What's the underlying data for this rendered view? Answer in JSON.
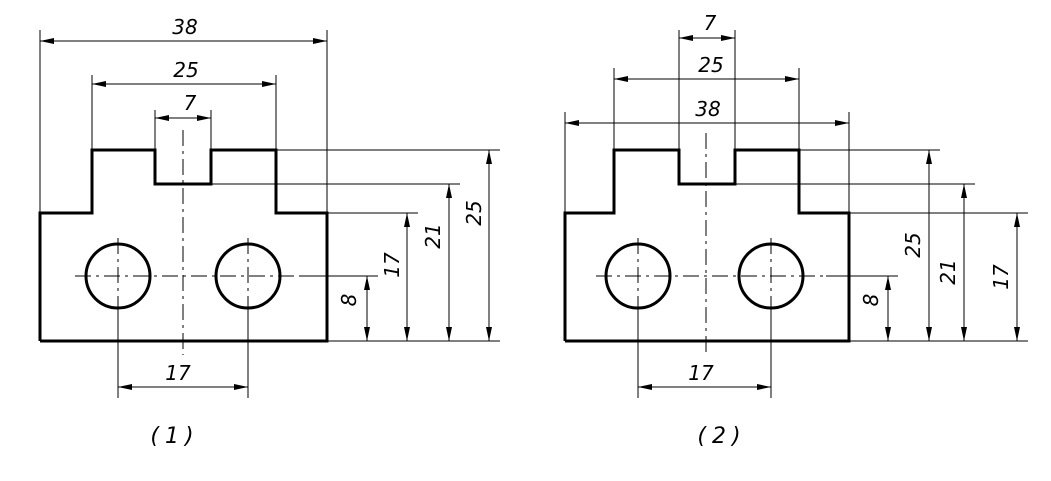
{
  "figure1": {
    "caption": "(1)",
    "dim_overall_width": "38",
    "dim_top_width": "25",
    "dim_slot_width": "7",
    "dim_hole_spacing": "17",
    "dim_hole_height": "8",
    "dim_shoulder_height": "17",
    "dim_slot_bottom_height": "21",
    "dim_total_height": "25"
  },
  "figure2": {
    "caption": "(2)",
    "dim_slot_width": "7",
    "dim_top_width": "25",
    "dim_overall_width": "38",
    "dim_hole_spacing": "17",
    "dim_hole_height": "8",
    "dim_total_height": "25",
    "dim_slot_bottom_height": "21",
    "dim_shoulder_height": "17"
  }
}
